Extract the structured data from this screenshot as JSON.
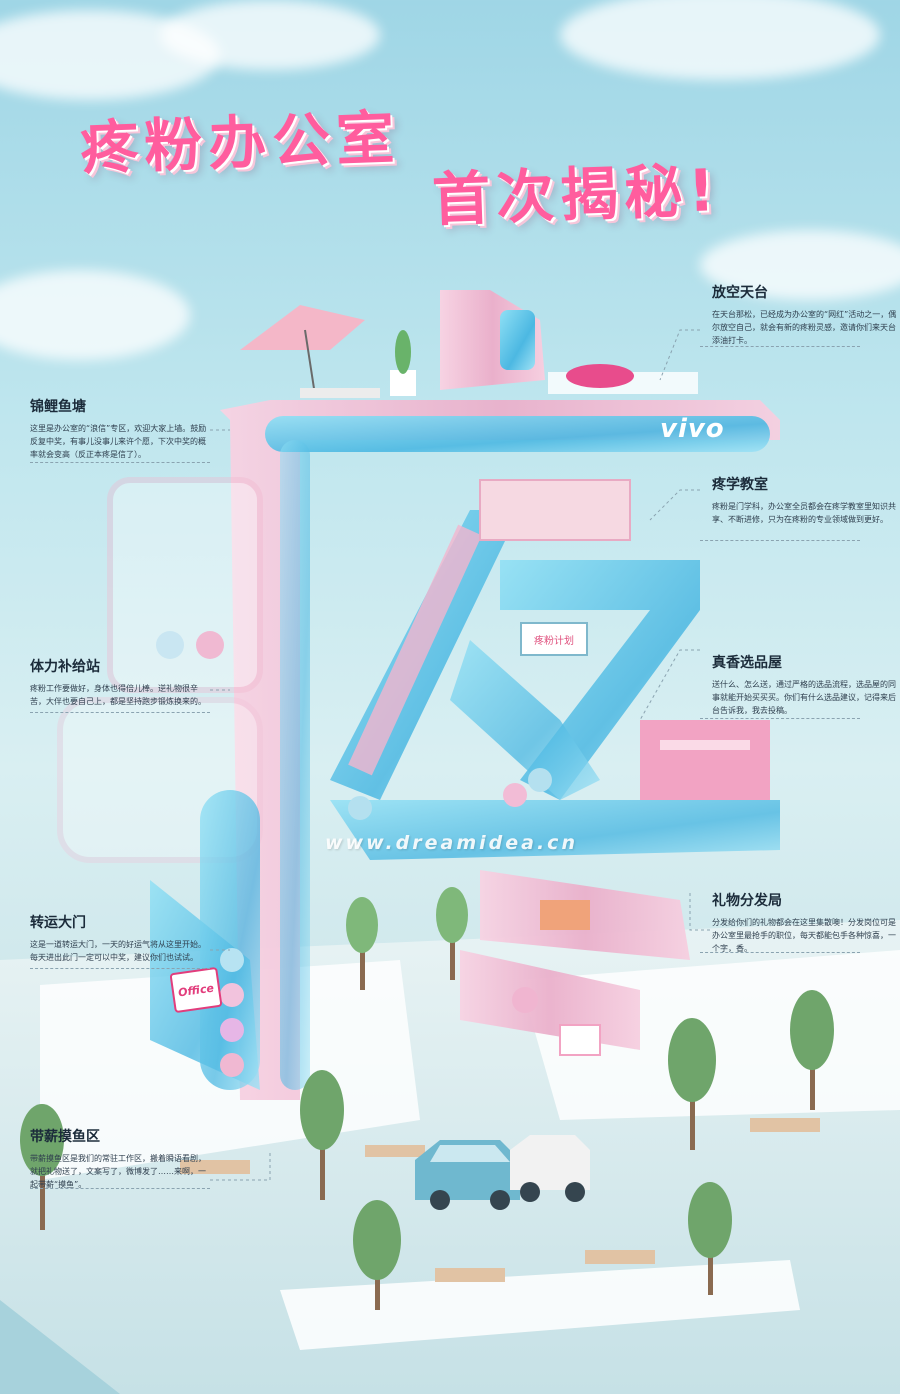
{
  "title": {
    "line1": "疼粉办公室",
    "line2": "首次揭秘!"
  },
  "brand": "vivo",
  "watermark": "www.dreamidea.cn",
  "signs": {
    "office": "Office",
    "screen": "疼粉计划"
  },
  "sections": [
    {
      "key": "rooftop",
      "title": "放空天台",
      "text": "在天台那松，已经成为办公室的“网红”活动之一，偶尔放空自己，就会有新的疼粉灵感，邀请你们来天台添油打卡。"
    },
    {
      "key": "koi",
      "title": "锦鲤鱼塘",
      "text": "这里是办公室的“浪信”专区，欢迎大家上墙。鼓励反复中奖，有事儿没事儿来许个愿，下次中奖的概率就会变高（反正本疼是信了）。"
    },
    {
      "key": "classroom",
      "title": "疼学教室",
      "text": "疼粉是门学科，办公室全员都会在疼学教室里知识共享、不断进修，只为在疼粉的专业领域做到更好。"
    },
    {
      "key": "stamina",
      "title": "体力补给站",
      "text": "疼粉工作要做好，身体也得倍儿棒。逆礼物很辛苦，大伴也要自己上，都是坚持跑步锻炼换来的。"
    },
    {
      "key": "selection",
      "title": "真香选品屋",
      "text": "送什么、怎么送，通过严格的选品流程，选品屋的同事就能开始买买买。你们有什么选品建议，记得来后台告诉我，我去投稿。"
    },
    {
      "key": "luckydoor",
      "title": "转运大门",
      "text": "这是一道转运大门，一天的好运气将从这里开始。每天进出此门一定可以中奖，建议你们也试试。"
    },
    {
      "key": "gift",
      "title": "礼物分发局",
      "text": "分发给你们的礼物都会在这里集散噢！分发岗位可是办公室里最抢手的职位，每天都能包手各种惊喜，一个字，香。"
    },
    {
      "key": "slack",
      "title": "带薪摸鱼区",
      "text": "带薪摸鱼区是我们的常驻工作区，搬着瞬语看剧，就把礼物送了，文案写了，微博发了……来啊，一起带薪“摸鱼”。"
    }
  ],
  "colors": {
    "accent_pink": "#ff5d9e",
    "tube_blue": "#5fc3e6",
    "tube_pink": "#f2b9d3",
    "sky": "#9fd6e6"
  }
}
